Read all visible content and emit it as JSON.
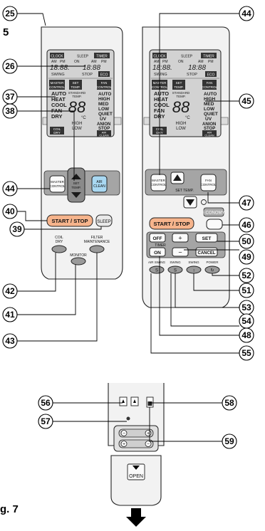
{
  "figure": {
    "fragment_top": "5",
    "fragment_bottom": "g. 7"
  },
  "lcd": {
    "clock": "CLOCK",
    "timer": "TIMER",
    "sleep": "SLEEP",
    "am": "AM",
    "pm": "PM",
    "on": "ON",
    "off": "OFF",
    "time_left": "18:88.",
    "time_right": "18:88",
    "swing": "SWING",
    "stop": "STOP",
    "eco": "ECO",
    "master": "MASTER",
    "control": "CONTROL",
    "set": "SET",
    "temp": "TEMP.",
    "fan": "FAN",
    "modes": [
      "AUTO",
      "HEAT",
      "COOL",
      "FAN",
      "DRY"
    ],
    "standard": "STANDARD",
    "std_temp": "TEMP.",
    "temp_digits": "88",
    "deg": "°C",
    "high": "HIGH",
    "low": "LOW",
    "fan_speeds": [
      "AUTO",
      "HIGH",
      "MED",
      "LOW",
      "QUIET"
    ],
    "uv": "UV",
    "anion": "ANION",
    "fan_stop": "STOP",
    "air": "AIR",
    "clean": "CLEAN",
    "coil": "COIL",
    "dry": "DRY"
  },
  "left_buttons": {
    "master_1": "MASTER",
    "master_2": "CONTROL",
    "set_temp_1": "SET",
    "set_temp_2": "TEMP.",
    "air_clean_1": "AIR",
    "air_clean_2": "CLEAN",
    "start_stop": "START / STOP",
    "sleep": "SLEEP",
    "coil_dry_1": "COIL",
    "coil_dry_2": "DRY",
    "filter_1": "FILTER",
    "filter_2": "MAINTENANCE",
    "monitor": "MONITOR"
  },
  "right_buttons": {
    "master_1": "MASTER",
    "master_2": "CONTROL",
    "set_temp": "SET TEMP.",
    "fan_1": "FAN",
    "fan_2": "CONTROL",
    "economy": "ECONOMY",
    "start_stop": "START / STOP",
    "off": "OFF",
    "on": "ON",
    "timer": "TIMER",
    "plus": "+",
    "minus": "−",
    "set": "SET",
    "cancel": "CANCEL",
    "bottom_labels": [
      "AIR SWING",
      "SWING",
      "SWING",
      "POWER"
    ],
    "bottom_icons": [
      "S",
      "S",
      "↕",
      "↻"
    ]
  },
  "bottom_view": {
    "switch_labels": [
      "",
      ""
    ],
    "open": "OPEN"
  },
  "callouts": [
    "25",
    "26",
    "37",
    "38",
    "44",
    "40",
    "39",
    "42",
    "41",
    "43",
    "44",
    "45",
    "47",
    "46",
    "50",
    "49",
    "52",
    "51",
    "53",
    "54",
    "48",
    "55",
    "56",
    "58",
    "57",
    "59"
  ],
  "colors": {
    "lcd": "#d2d2d2",
    "body": "#f2f2f2",
    "panel": "#a5a5a5",
    "start_stop": "#f6b48c",
    "air_clean": "#a9d8f2",
    "economy": "#a9a9a9",
    "arrow": "#1a1a1a"
  }
}
